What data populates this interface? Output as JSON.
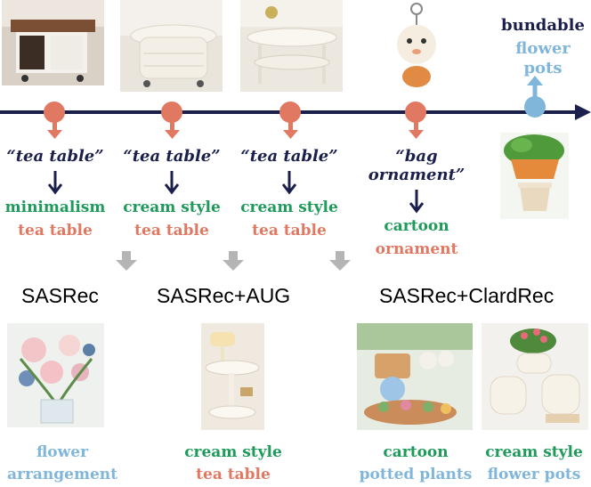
{
  "timeline": {
    "queries": [
      {
        "text": "“tea table”",
        "style": "minimalism",
        "item": "tea table"
      },
      {
        "text": "“tea table”",
        "style": "cream style",
        "item": "tea table"
      },
      {
        "text": "“tea table”",
        "style": "cream style",
        "item": "tea table"
      },
      {
        "text": "“bag ornament”",
        "style": "cartoon",
        "item": "ornament"
      }
    ],
    "target": {
      "line1": "bundable",
      "line2": "flower pots"
    }
  },
  "models": {
    "sasrec": "SASRec",
    "sasrec_aug": "SASRec+AUG",
    "sasrec_clard": "SASRec+ClardRec"
  },
  "results": [
    {
      "line1": "flower",
      "line2": "arrangement"
    },
    {
      "line1": "cream style",
      "line2": "tea table"
    },
    {
      "line1": "cartoon",
      "line2": "potted plants"
    },
    {
      "line1": "cream style",
      "line2": "flower pots"
    }
  ],
  "colors": {
    "navy": "#1b1f4c",
    "salmon": "#e07862",
    "green": "#1e9a5a",
    "blue": "#7fb6da",
    "gray_arrow": "#b5b5b5"
  }
}
